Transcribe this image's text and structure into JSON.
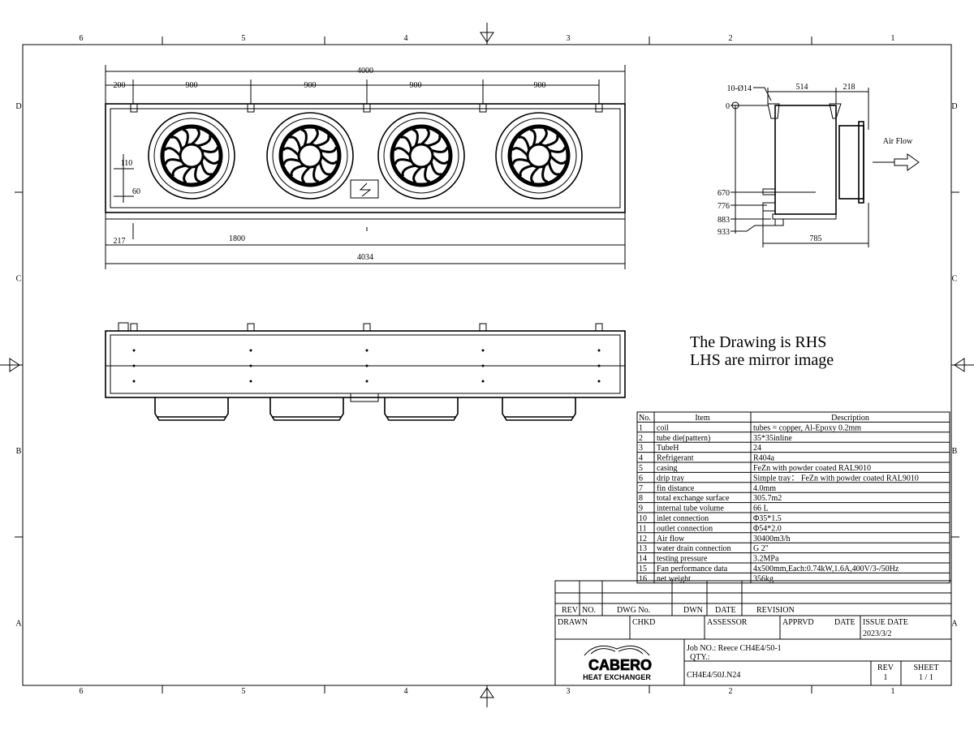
{
  "zones": {
    "columns": [
      "6",
      "5",
      "4",
      "3",
      "2",
      "1"
    ],
    "rows": [
      "D",
      "C",
      "B",
      "A"
    ]
  },
  "front_view": {
    "overall": "4000",
    "segments": [
      "200",
      "900",
      "900",
      "900",
      "900"
    ],
    "left_dims": [
      "110",
      "60"
    ],
    "bottom_dims": [
      "217",
      "1800",
      "4034"
    ]
  },
  "side_view": {
    "hole_label": "10-Ø14",
    "top_dims": [
      "514",
      "218"
    ],
    "vertical_dims": [
      "0",
      "670",
      "776",
      "883",
      "933"
    ],
    "depth": "785",
    "air_flow": "Air Flow"
  },
  "note": {
    "line1": "The Drawing is RHS",
    "line2": "LHS are mirror image"
  },
  "spec_table": {
    "headers": [
      "No.",
      "Item",
      "Description"
    ],
    "rows": [
      [
        "1",
        "coil",
        "tubes = copper, Al-Epoxy  0.2mm"
      ],
      [
        "2",
        "tube die(pattern)",
        "35*35inline"
      ],
      [
        "3",
        "TubeH",
        "24"
      ],
      [
        "4",
        "Refrigerant",
        "R404a"
      ],
      [
        "5",
        "casing",
        "FeZn with powder coated  RAL9010"
      ],
      [
        "6",
        "drip tray",
        "Simple tray： FeZn with powder coated  RAL9010"
      ],
      [
        "7",
        "fin distance",
        "4.0mm"
      ],
      [
        "8",
        "total exchange surface",
        "305.7m2"
      ],
      [
        "9",
        "internal tube volume",
        "66 L"
      ],
      [
        "10",
        "inlet connection",
        "Φ35*1.5"
      ],
      [
        "11",
        "outlet connection",
        "Φ54*2.0"
      ],
      [
        "12",
        "Air flow",
        "30400m3/h"
      ],
      [
        "13",
        "water drain connection",
        "G 2\""
      ],
      [
        "14",
        "testing pressure",
        "3.2MPa"
      ],
      [
        "15",
        "Fan performance data",
        "4x500mm,Each:0.74kW,1.6A,400V/3-/50Hz"
      ],
      [
        "16",
        "net weight",
        "356kg"
      ]
    ]
  },
  "title_block": {
    "revision_headers": [
      "REV",
      "NO.",
      "DWG No.",
      "DWN",
      "DATE",
      "REVISION"
    ],
    "sign_headers": [
      "DRAWN",
      "CHKD",
      "ASSESSOR",
      "APPRVD",
      "DATE",
      "ISSUE DATE"
    ],
    "issue_date": "2023/3/2",
    "logo_text": "CABERO",
    "logo_sub": "HEAT EXCHANGER",
    "job_no": "Job NO.:  Reece    CH4E4/50-1",
    "qty": "QTY.:",
    "drawing_no": "CH4E4/50J.N24",
    "rev_label": "REV",
    "rev_value": "1",
    "sheet_label": "SHEET",
    "sheet_value": "1 / 1"
  }
}
